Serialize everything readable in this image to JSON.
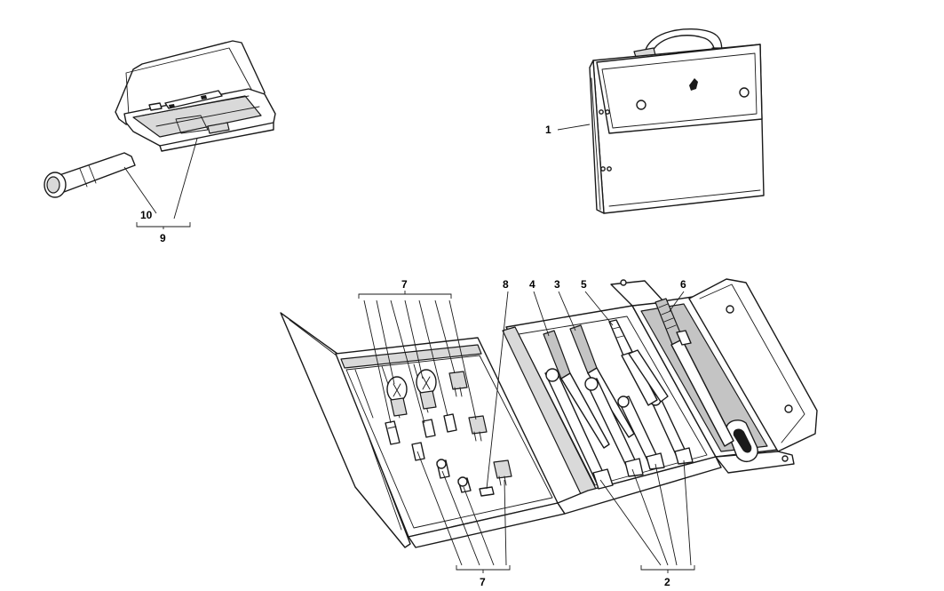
{
  "callouts": {
    "c1": "1",
    "c2": "2",
    "c3": "3",
    "c4": "4",
    "c5": "5",
    "c6": "6",
    "c7_top": "7",
    "c7_bottom": "7",
    "c8": "8",
    "c9": "9",
    "c10": "10"
  },
  "colors": {
    "line": "#1a1a1a",
    "shade": "#d9d9d9",
    "background": "#ffffff"
  }
}
